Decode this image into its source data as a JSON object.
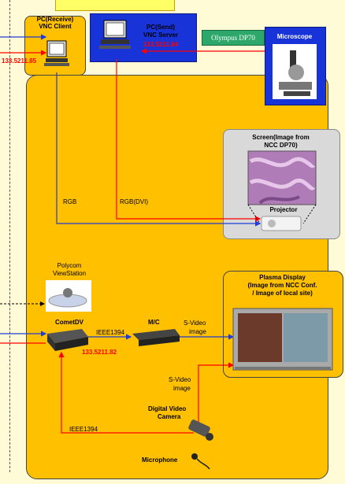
{
  "vnc_client": {
    "title_line1": "PC(Receive)",
    "title_line2": "VNC Client",
    "ip": "133.5211.85"
  },
  "vnc_server": {
    "title_line1": "PC(Send)",
    "title_line2": "VNC Server",
    "ip": "133.5211.84"
  },
  "olympus": "Olympus DP70",
  "microscope": "Microscope",
  "screen": {
    "line1": "Screen(Image from",
    "line2": "NCC DP70)",
    "projector": "Projector"
  },
  "links": {
    "rgb": "RGB",
    "rgb_dvi": "RGB(DVI)",
    "ieee1": "IEEE1394",
    "ieee2": "IEEE1394",
    "svideo1a": "S-Video",
    "svideo1b": "image",
    "svideo2a": "S-Video",
    "svideo2b": "image"
  },
  "polycom": {
    "line1": "Polycom",
    "line2": "ViewStation"
  },
  "comet": {
    "name": "CometDV",
    "ip": "133.5211.82"
  },
  "mc": "M/C",
  "plasma": {
    "line1": "Plasma Display",
    "line2": "(Image from NCC Conf.",
    "line3": "/ Image of local site)"
  },
  "camera": {
    "line1": "Digital Video",
    "line2": "Camera"
  },
  "microphone": "Microphone",
  "colors": {
    "red_line": "#ff0000",
    "blue_line": "#1f3bd8",
    "orange": "#ffc000",
    "server_blue": "#1833d8"
  }
}
